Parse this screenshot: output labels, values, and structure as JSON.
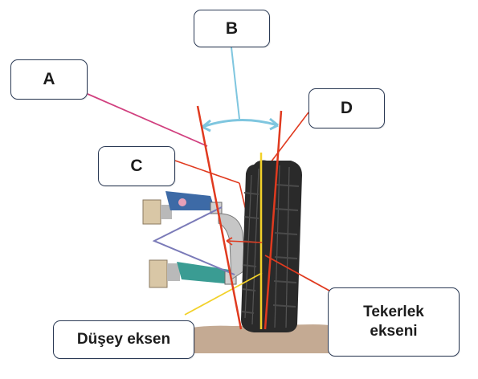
{
  "labels": {
    "a": "A",
    "b": "B",
    "c": "C",
    "d": "D",
    "vertical_axis": "Düşey eksen",
    "wheel_axis_line1": "Tekerlek",
    "wheel_axis_line2": "ekseni"
  },
  "colors": {
    "leader_a": "#d1407f",
    "leader_b": "#7fc6df",
    "leader_red": "#e03a1f",
    "tire": "#2a2a2a",
    "vertical_axis": "#f2d12a",
    "ground": "#c4aa93",
    "upper_arm": "#3d6aa6",
    "lower_arm": "#3a9c93",
    "knuckle": "#b8b8b8",
    "box_border": "#2b3a55"
  }
}
